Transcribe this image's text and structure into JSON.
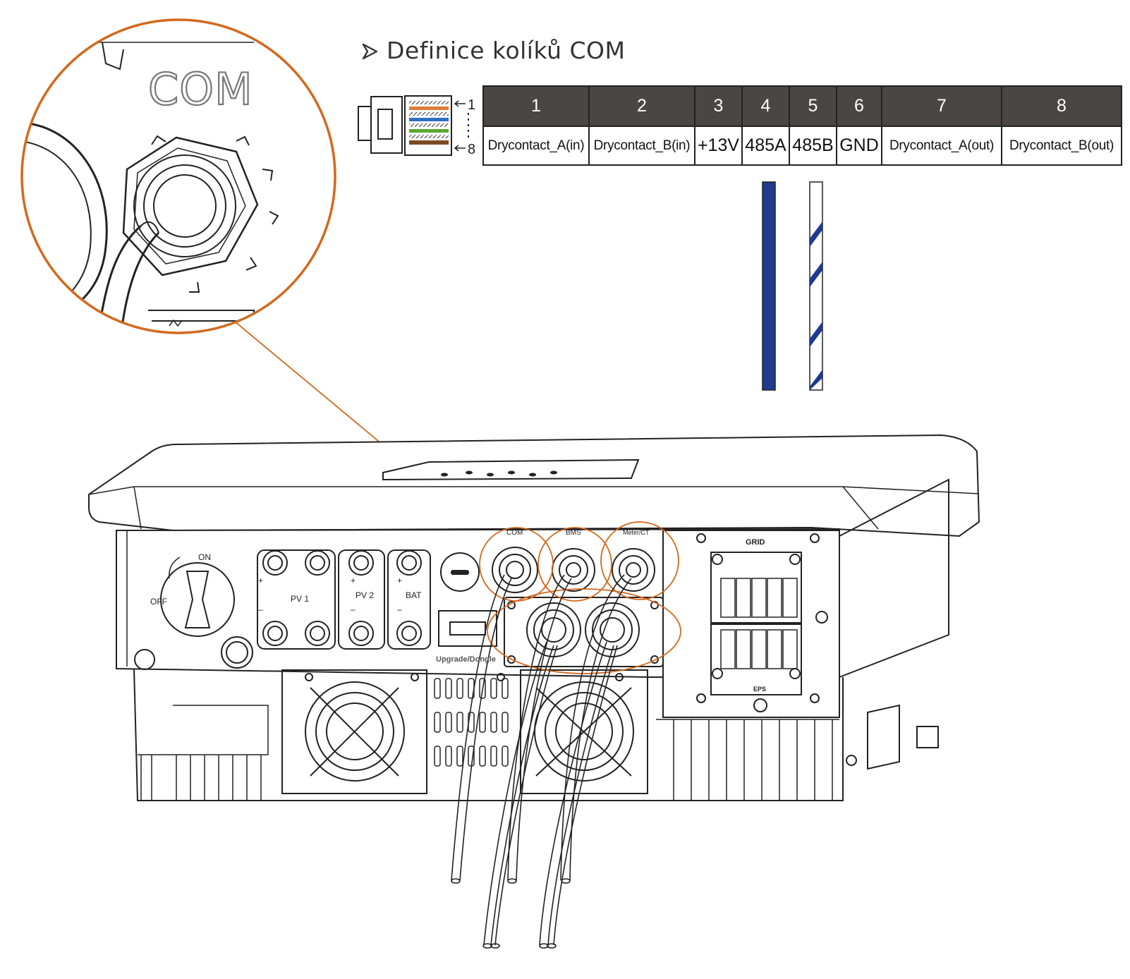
{
  "title": "Definice kolíků COM",
  "connector": {
    "pin_first": "1",
    "pin_last": "8"
  },
  "zoom_label": "COM",
  "pin_table": {
    "numbers": [
      "1",
      "2",
      "3",
      "4",
      "5",
      "6",
      "7",
      "8"
    ],
    "functions": [
      "Drycontact_A(in)",
      "Drycontact_B(in)",
      "+13V",
      "485A",
      "485B",
      "GND",
      "Drycontact_A(out)",
      "Drycontact_B(out)"
    ]
  },
  "inverter_labels": {
    "on": "ON",
    "off": "OFF",
    "pv1": "PV 1",
    "pv2": "PV 2",
    "bat": "BAT",
    "com": "COM",
    "bms": "BMS",
    "meter": "Meter/CT",
    "dongle": "Upgrade/Dongle",
    "grid": "GRID",
    "eps": "EPS",
    "plus": "+",
    "minus": "–"
  },
  "colors": {
    "highlight": "#d2691e",
    "wire_blue": "#1f3a8f",
    "table_header": "#4a4644"
  }
}
